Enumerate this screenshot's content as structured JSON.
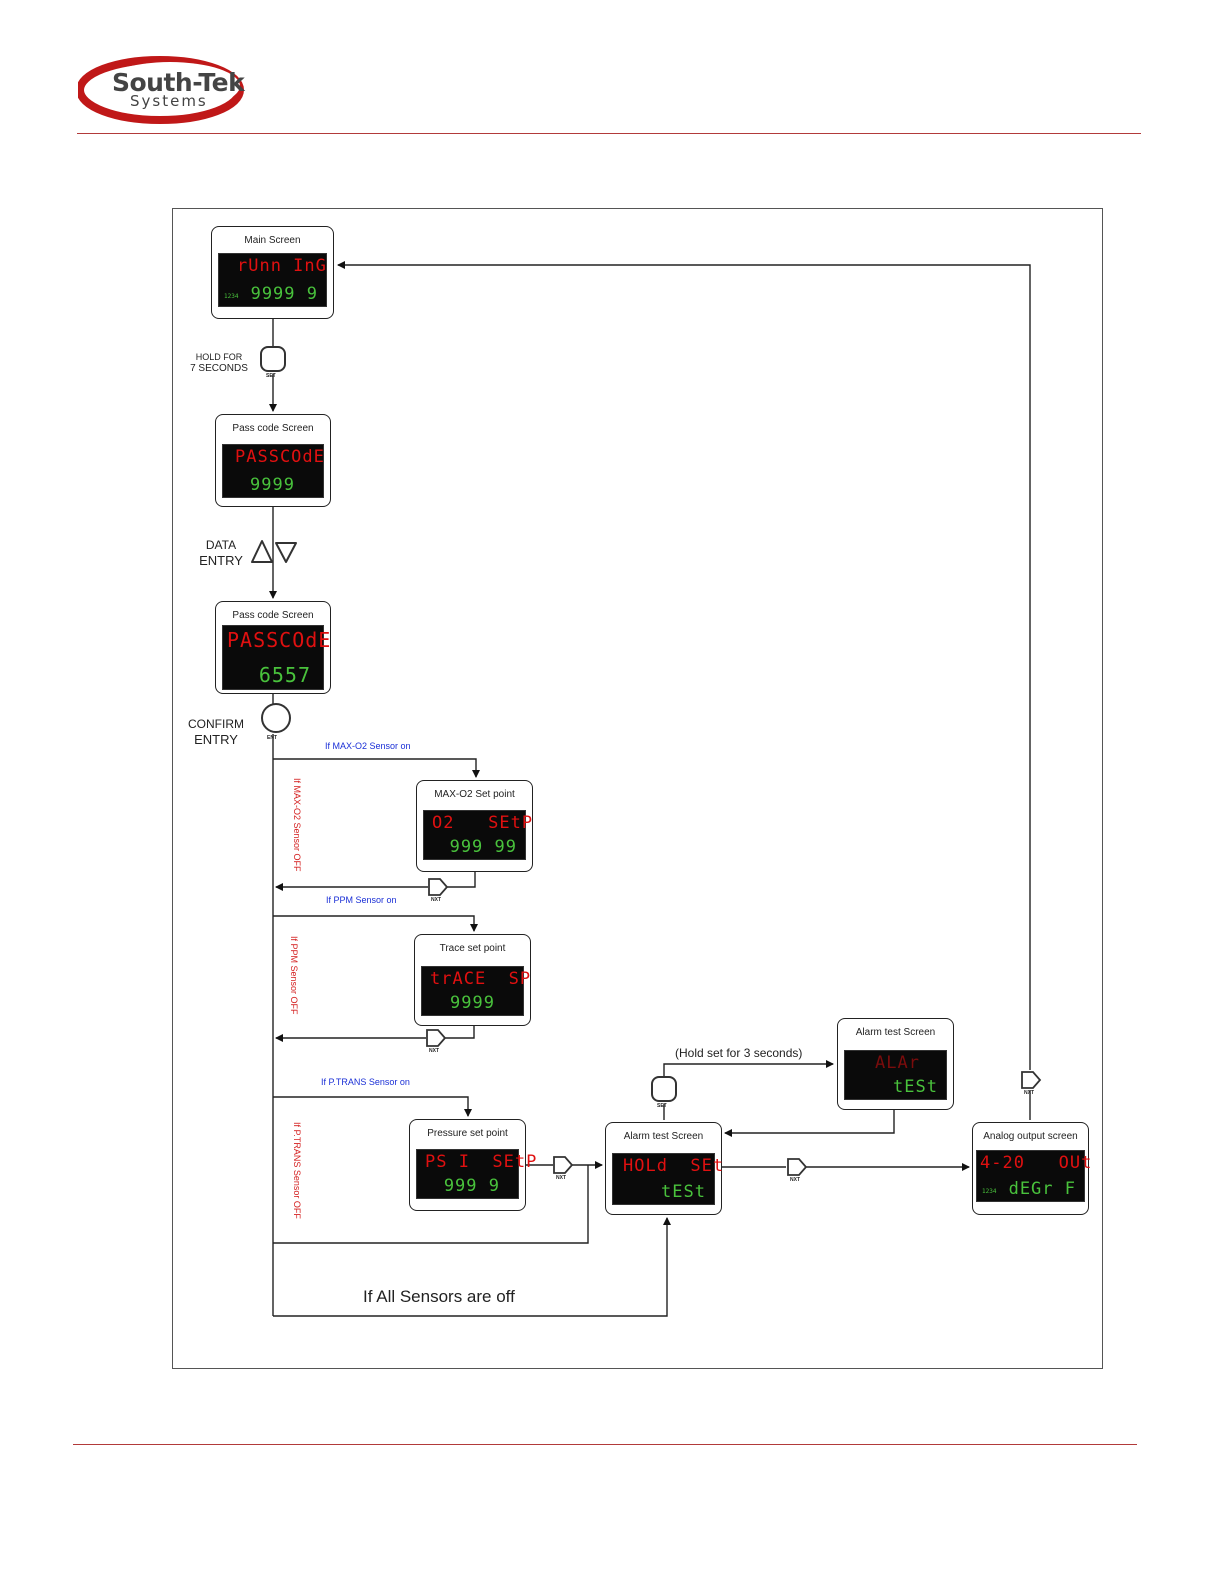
{
  "logo": {
    "name": "South-Tek",
    "sub": "Systems"
  },
  "boxes": {
    "main": {
      "title": "Main Screen",
      "top": "rUnn InG",
      "bottom": "9999 9",
      "tiny": "1234"
    },
    "pass1": {
      "title": "Pass code Screen",
      "top": "PASSCOdE",
      "bottom": "9999"
    },
    "pass2": {
      "title": "Pass code Screen",
      "top": "PASSCOdE",
      "bottom": "6557"
    },
    "maxo2": {
      "title": "MAX-O2 Set point",
      "top": "O2   SEtP",
      "bottom": "999 99"
    },
    "trace": {
      "title": "Trace set point",
      "top": "trACE  SP",
      "bottom": "9999"
    },
    "pressure": {
      "title": "Pressure set point",
      "top": "PS I  SEtP",
      "bottom": "999 9"
    },
    "alarm1": {
      "title": "Alarm test Screen",
      "top": "HOLd  SEt",
      "bottom": "tESt"
    },
    "alarm2": {
      "title": "Alarm test Screen",
      "top": "ALAr",
      "bottom": "tESt"
    },
    "analog": {
      "title": "Analog output screen",
      "top": "4-20   OUt",
      "bottom": "dEGr F",
      "tiny": "1234"
    }
  },
  "labels": {
    "hold_line1": "HOLD FOR",
    "hold_line2": "7 SECONDS",
    "data_line1": "DATA",
    "data_line2": "ENTRY",
    "confirm_line1": "CONFIRM",
    "confirm_line2": "ENTRY",
    "if_maxo2_on": "If MAX-O2 Sensor on",
    "if_maxo2_off": "If MAX-O2 Sensor OFF",
    "if_ppm_on": "If PPM Sensor on",
    "if_ppm_off": "If PPM Sensor OFF",
    "if_ptrans_on": "If P.TRANS Sensor on",
    "if_ptrans_off": "If P.TRANS Sensor OFF",
    "hold_set": "(Hold set for 3 seconds)",
    "all_off": "If All Sensors are off"
  },
  "buttons": {
    "set": "SET",
    "ent": "ENT",
    "nxt": "NXT"
  },
  "colors": {
    "accent": "#b23a3a",
    "lcd_red": "#e01010",
    "lcd_green": "#49c23c",
    "blue_text": "#1a2fd6",
    "red_text": "#d42020"
  }
}
